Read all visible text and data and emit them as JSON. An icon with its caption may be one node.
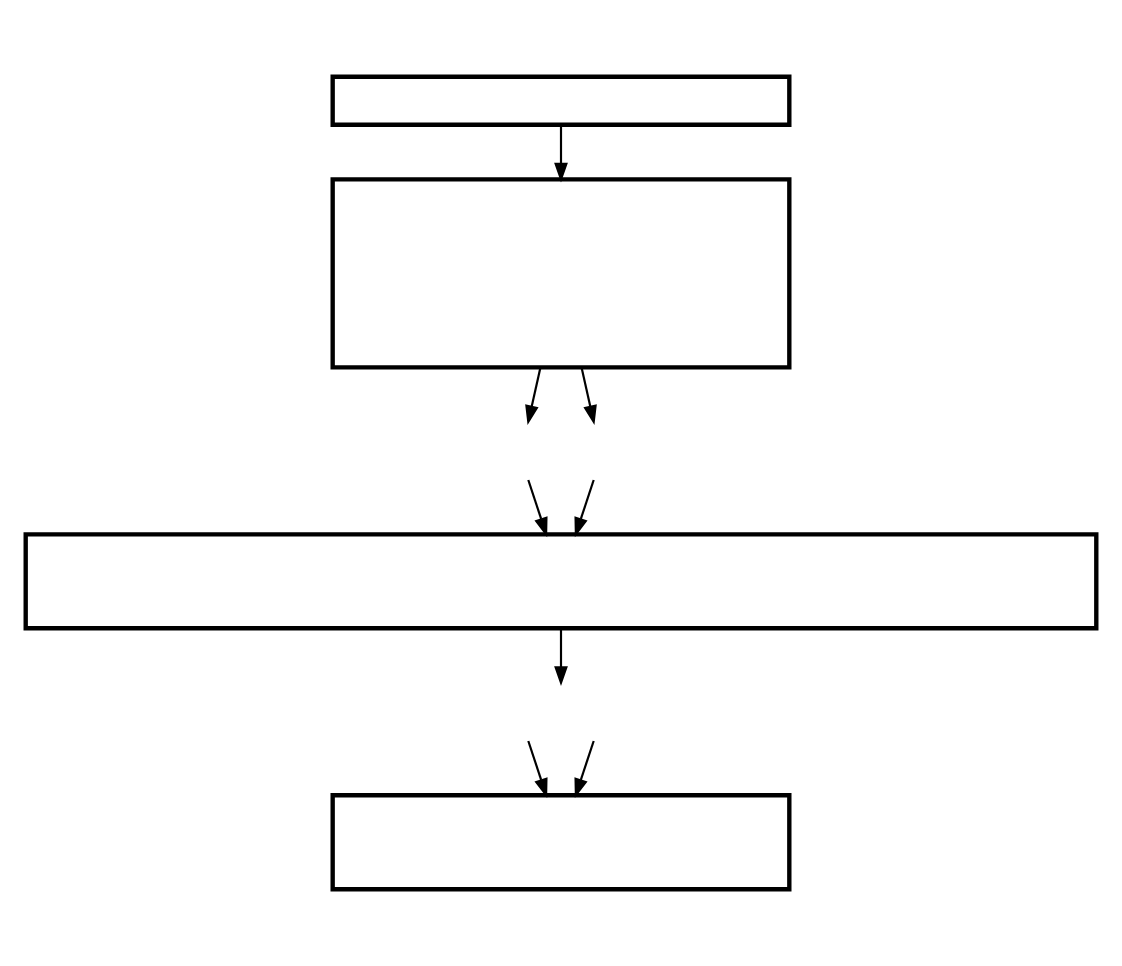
{
  "diagram": {
    "nodes": [
      {
        "text": [],
        "shape": "box"
      },
      {
        "text": [],
        "shape": "box"
      },
      {
        "text": [],
        "shape": "box"
      },
      {
        "text": [],
        "shape": "box"
      }
    ],
    "edges": [
      {
        "from": 0,
        "to": 1,
        "arrow": "to"
      },
      {
        "from": 1,
        "to": null,
        "arrow": "to"
      },
      {
        "from": 1,
        "to": null,
        "arrow": "to"
      },
      {
        "from": null,
        "to": 2,
        "arrow": "to"
      },
      {
        "from": null,
        "to": 2,
        "arrow": "to"
      },
      {
        "from": 2,
        "to": null,
        "arrow": "to"
      },
      {
        "from": null,
        "to": 3,
        "arrow": "to"
      },
      {
        "from": null,
        "to": 3,
        "arrow": "to"
      }
    ]
  }
}
